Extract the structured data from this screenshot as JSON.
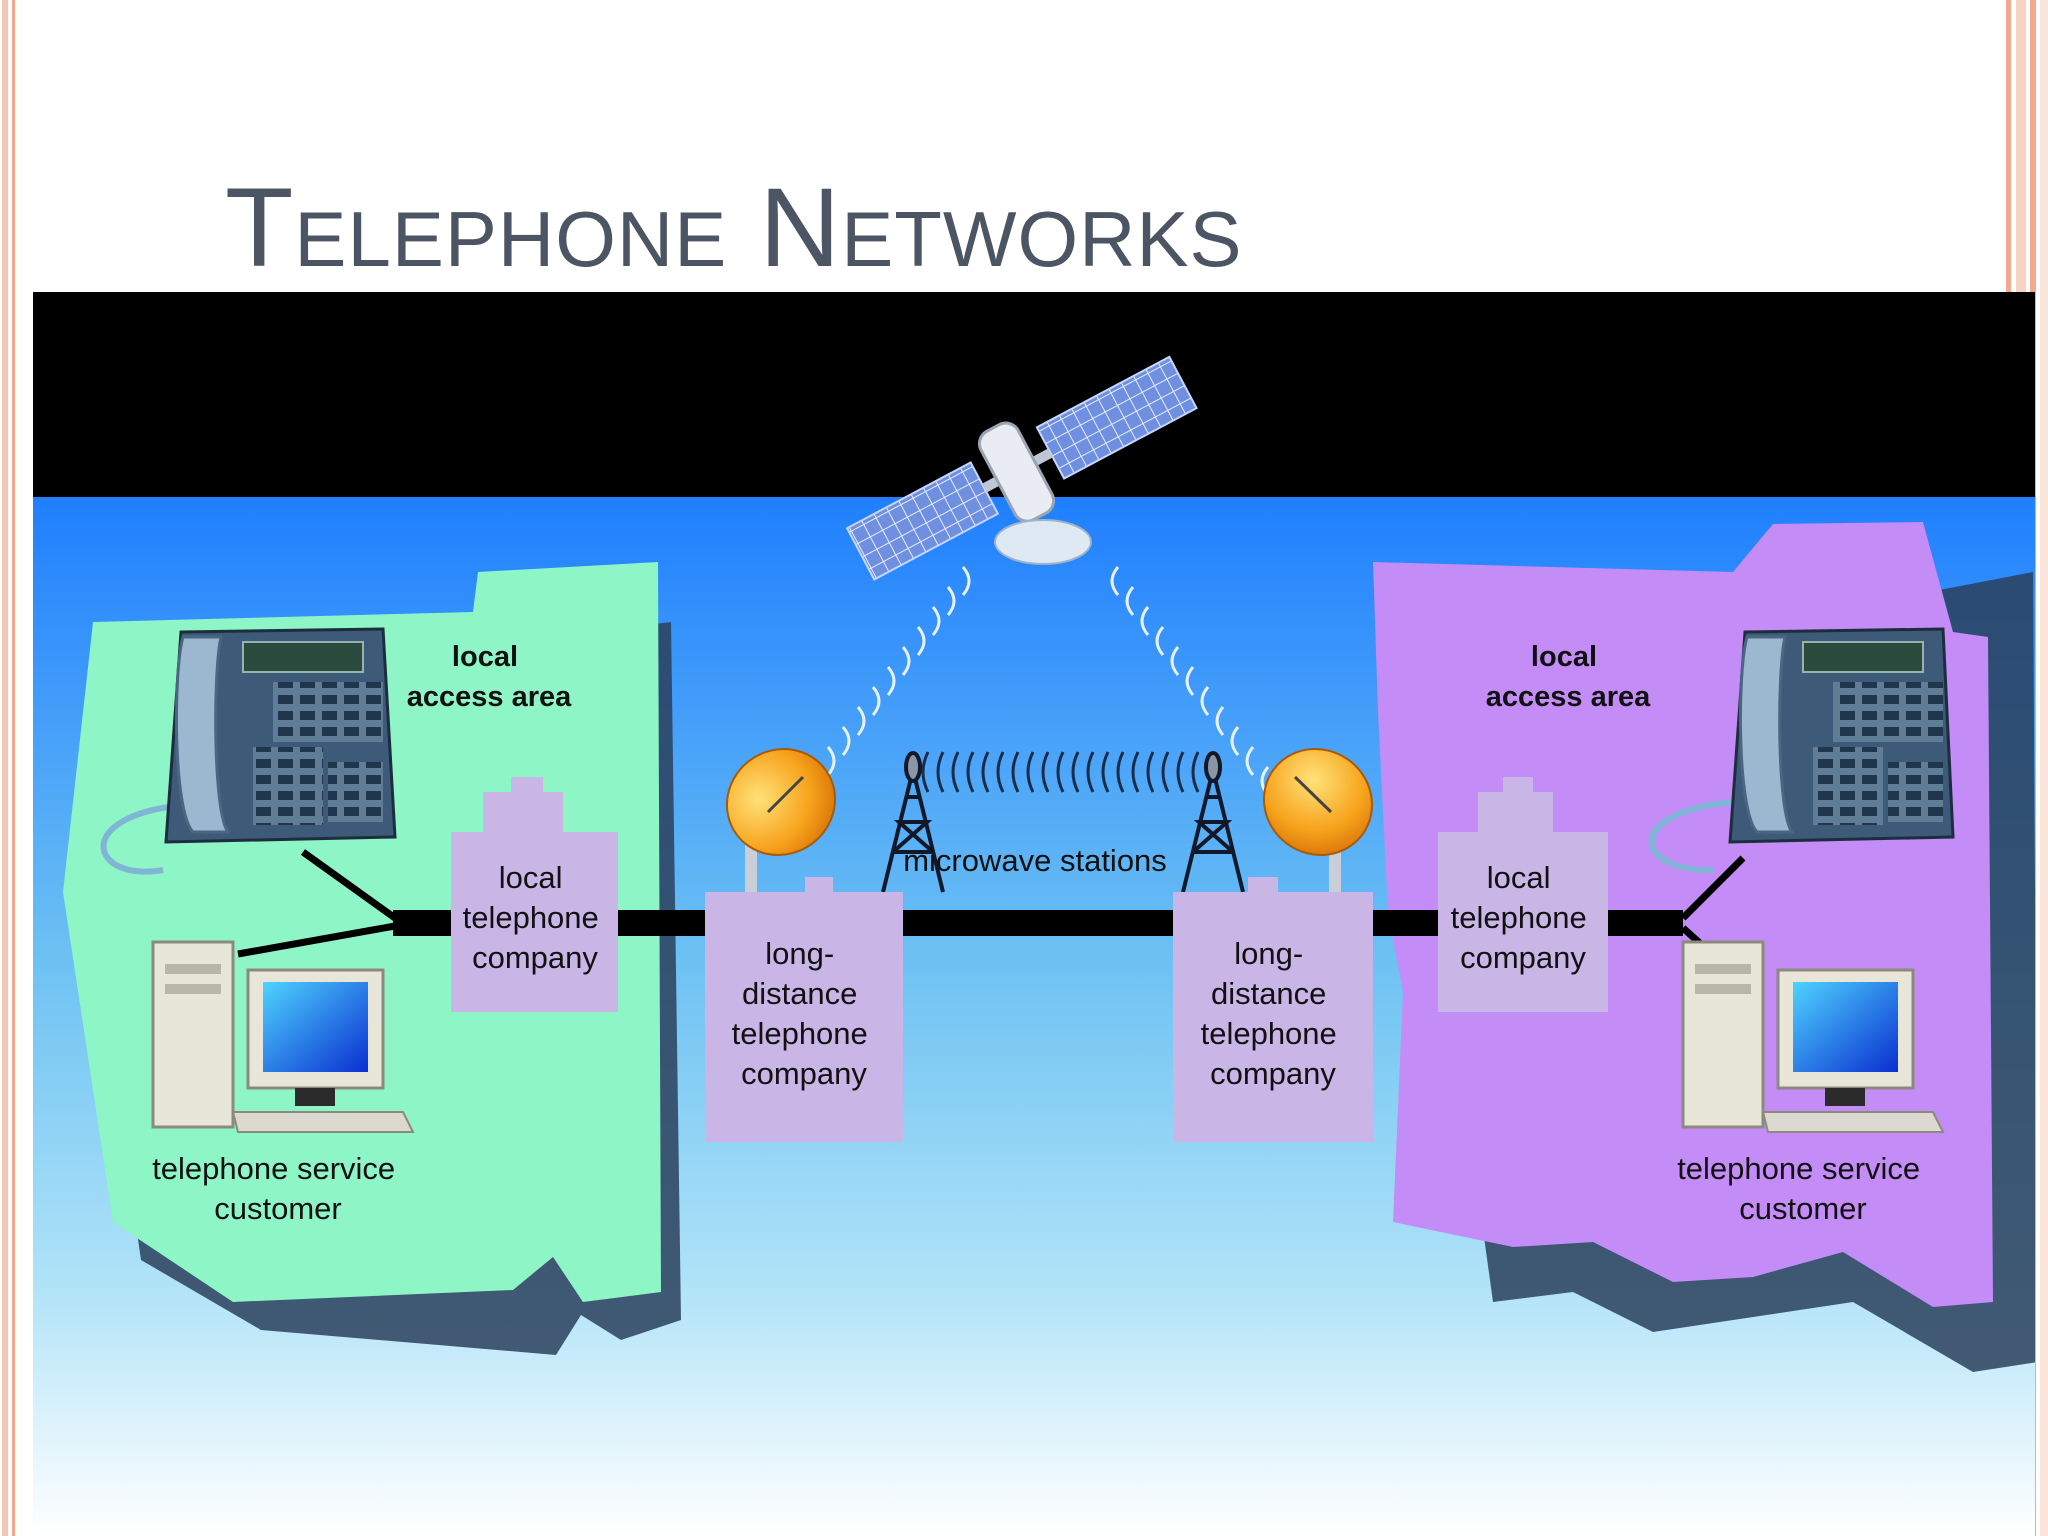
{
  "slide": {
    "title": "Telephone Networks"
  },
  "diagram": {
    "left_area": {
      "area_label": [
        "local",
        "access area"
      ],
      "telco_label": [
        "local",
        "telephone",
        "company"
      ],
      "customer_label": [
        "telephone service",
        "customer"
      ]
    },
    "right_area": {
      "area_label": [
        "local",
        "access area"
      ],
      "telco_label": [
        "local",
        "telephone",
        "company"
      ],
      "customer_label": [
        "telephone service",
        "customer"
      ]
    },
    "long_distance_left": [
      "long-",
      "distance",
      "telephone",
      "company"
    ],
    "long_distance_right": [
      "long-",
      "distance",
      "telephone",
      "company"
    ],
    "microwave_label": "microwave stations"
  },
  "colors": {
    "title": "#4c5563",
    "left_area": "#8ef5c7",
    "right_area": "#c38cf7",
    "building": "#c9b5e6",
    "sky_top": "#1f7fff",
    "sky_bottom": "#ffffff",
    "space": "#000000",
    "dish": "#f7a21b"
  }
}
